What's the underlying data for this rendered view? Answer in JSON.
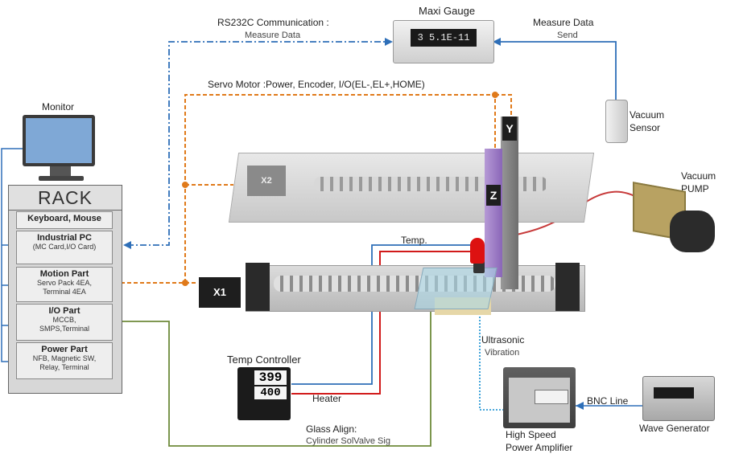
{
  "labels": {
    "rs232_title": "RS232C Communication :",
    "rs232_sub": "Measure Data",
    "maxi_gauge": "Maxi Gauge",
    "gauge_reading": "3  5.1E-11",
    "measure_data": "Measure Data",
    "send": "Send",
    "servo_motor": "Servo Motor :Power, Encoder, I/O(EL-,EL+,HOME)",
    "monitor": "Monitor",
    "vacuum_sensor_1": "Vacuum",
    "vacuum_sensor_2": "Sensor",
    "vacuum_pump_1": "Vacuum",
    "vacuum_pump_2": "PUMP",
    "temp": "Temp.",
    "x1": "X1",
    "x2": "X2",
    "y": "Y",
    "z": "Z",
    "ultrasonic": "Ultrasonic",
    "vibration": "Vibration",
    "temp_controller": "Temp Controller",
    "temp_pv": "399",
    "temp_sv": "400",
    "heater": "Heater",
    "bnc_line": "BNC Line",
    "glass_align": "Glass Align:",
    "glass_align_sub": "Cylinder SolValve Sig",
    "hs_amp_1": "High Speed",
    "hs_amp_2": "Power Amplifier",
    "wave_generator": "Wave Generator"
  },
  "rack": {
    "title": "RACK",
    "slots": [
      {
        "title": "Keyboard, Mouse",
        "detail": ""
      },
      {
        "title": "Industrial PC",
        "detail": "(MC Card,I/O Card)"
      },
      {
        "title": "Motion Part",
        "detail": "Servo Pack 4EA,",
        "detail2": "Terminal 4EA"
      },
      {
        "title": "I/O Part",
        "detail": "MCCB,",
        "detail2": "SMPS,Terminal"
      },
      {
        "title": "Power Part",
        "detail": "NFB, Magnetic SW,",
        "detail2": "Relay, Terminal"
      }
    ]
  },
  "colors": {
    "rs232_line": "#2e6fb8",
    "servo_line": "#e07a1a",
    "sensor_line": "#2e6fb8",
    "heater_line": "#d11a1a",
    "temp_line": "#2e6fb8",
    "glass_line": "#6e8a3a",
    "ultrasonic_line": "#2e9bd6",
    "pump_line": "#c73a3a"
  }
}
